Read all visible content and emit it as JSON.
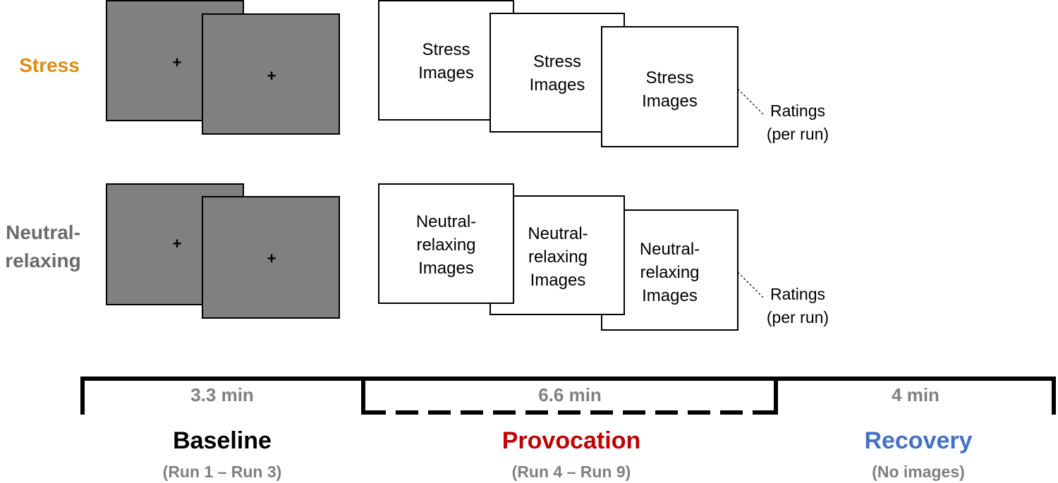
{
  "colors": {
    "stress": "#E08A10",
    "neutral": "#6b6b6b",
    "baseline": "#000000",
    "provocation": "#C00000",
    "recovery": "#4472C4",
    "fixation_screen": "#808080"
  },
  "conditions": {
    "stress": {
      "label": "Stress",
      "fixation_symbol": "+",
      "image_label_1": "Stress\nImages",
      "image_label_2": "Stress\nImages",
      "image_label_3": "Stress\nImages",
      "ratings": "Ratings\n(per run)"
    },
    "neutral": {
      "label": "Neutral-\nrelaxing",
      "fixation_symbol": "+",
      "image_label_1": "Neutral-\nrelaxing\nImages",
      "image_label_2": "Neutral-\nrelaxing\nImages",
      "image_label_3": "Neutral-\nrelaxing\nImages",
      "ratings": "Ratings\n(per run)"
    }
  },
  "timeline": {
    "baseline": {
      "duration": "3.3 min",
      "title": "Baseline",
      "runs": "(Run 1 – Run 3)"
    },
    "provocation": {
      "duration": "6.6 min",
      "title": "Provocation",
      "runs": "(Run 4 – Run 9)"
    },
    "recovery": {
      "duration": "4 min",
      "title": "Recovery",
      "runs": "(No images)"
    }
  }
}
